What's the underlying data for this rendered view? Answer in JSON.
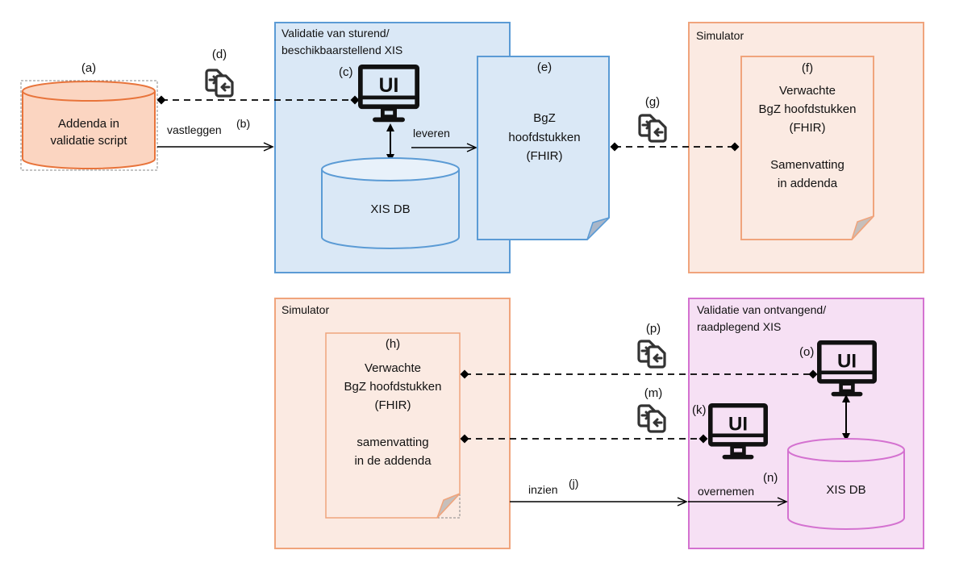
{
  "colors": {
    "blue_fill": "#dae8f6",
    "blue_stroke": "#5b9bd5",
    "orange_fill": "#fbeae2",
    "orange_stroke": "#f0a47c",
    "orange_db_fill": "#fbd5c1",
    "orange_db_stroke": "#e8743b",
    "pink_fill": "#f6e0f4",
    "pink_stroke": "#d472d0",
    "fold_gray": "#b9b9b9",
    "line": "#000000"
  },
  "addenda_db": {
    "marker": "(a)",
    "lines": [
      "Addenda in",
      "validatie script"
    ]
  },
  "vastleggen": {
    "label": "vastleggen",
    "marker": "(b)"
  },
  "sender_group": {
    "title_lines": [
      "Validatie van sturend/",
      "beschikbaarstellend XIS"
    ],
    "ui": {
      "marker": "(c)",
      "text": "UI"
    },
    "db": {
      "label": "XIS DB"
    },
    "leveren": "leveren"
  },
  "exchange_d": {
    "marker": "(d)",
    "icon": "file-transfer-icon"
  },
  "bgz_doc": {
    "marker": "(e)",
    "lines": [
      "BgZ",
      "hoofdstukken",
      "(FHIR)"
    ]
  },
  "exchange_g": {
    "marker": "(g)",
    "icon": "file-transfer-icon"
  },
  "simulator_top": {
    "title": "Simulator",
    "doc": {
      "marker": "(f)",
      "lines": [
        "Verwachte",
        "BgZ hoofdstukken",
        "(FHIR)",
        "",
        "Samenvatting",
        "in addenda"
      ]
    }
  },
  "simulator_bottom": {
    "title": "Simulator",
    "doc": {
      "marker": "(h)",
      "lines": [
        "Verwachte",
        "BgZ hoofdstukken",
        "(FHIR)",
        "",
        "samenvatting",
        "in de addenda"
      ]
    }
  },
  "receiver_group": {
    "title_lines": [
      "Validatie van ontvangend/",
      "raadplegend XIS"
    ],
    "ui_o": {
      "marker": "(o)",
      "text": "UI"
    },
    "ui_k": {
      "marker": "(k)",
      "text": "UI"
    },
    "db": {
      "label": "XIS DB"
    },
    "overnemen": {
      "label": "overnemen",
      "marker": "(n)"
    }
  },
  "exchange_p": {
    "marker": "(p)",
    "icon": "file-transfer-icon"
  },
  "exchange_m": {
    "marker": "(m)",
    "icon": "file-transfer-icon"
  },
  "inzien": {
    "label": "inzien",
    "marker": "(j)"
  }
}
